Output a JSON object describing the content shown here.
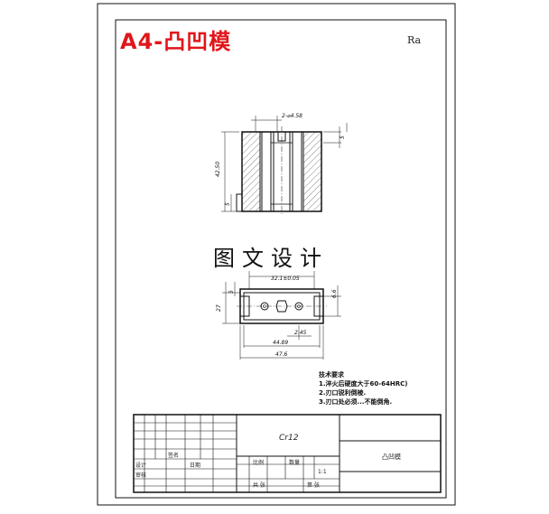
{
  "header": {
    "title": "A4-凸凹模",
    "corner_mark": "Ra"
  },
  "watermark": "图文设计",
  "dimensions": {
    "top_slot": "2-⌀4.58",
    "top_height": "42.50",
    "top_step_right": "5",
    "top_step_left": "5",
    "bottom_width_inner": "32.1±0.05",
    "bottom_left_1": "5",
    "bottom_left_2": "27",
    "bottom_right": "6.6",
    "bottom_pitch": "2.45",
    "bottom_mid": "44.89",
    "bottom_overall": "47.6"
  },
  "notes": {
    "heading": "技术要求",
    "line1": "1.淬火后硬度大于60-64HRC)",
    "line2": "2.刃口锐利倒棱.",
    "line3": "3.刃口处必须...不能倒角."
  },
  "title_block": {
    "material": "Cr12",
    "part_name": "凸凹模",
    "scale_label": "比例",
    "quantity_label": "数量",
    "scale_value": "1:1",
    "sheet_label": "共  张",
    "sheet_label2": "第  张",
    "designer": "设计",
    "checker": "审核",
    "sig1": "签名",
    "date1": "日期"
  }
}
